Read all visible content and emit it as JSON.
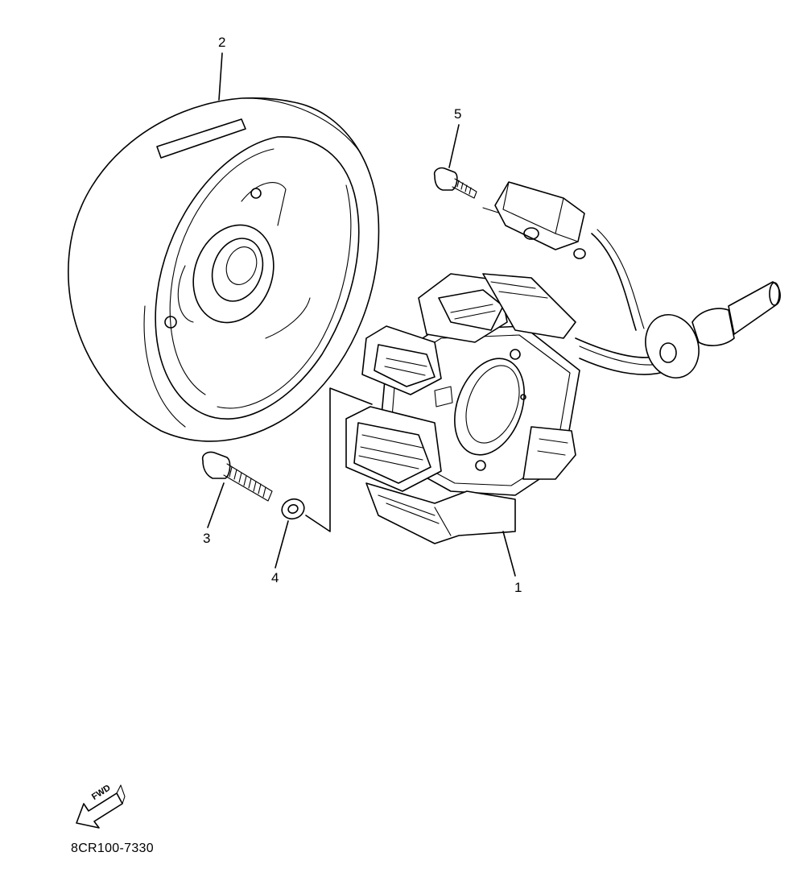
{
  "callouts": {
    "part_1": "1",
    "part_2": "2",
    "part_3": "3",
    "part_4": "4",
    "part_5": "5"
  },
  "fwd_arrow": {
    "label": "FWD",
    "icon": "fwd-arrow-icon"
  },
  "diagram_code": "8CR100-7330",
  "colors": {
    "line": "#000000",
    "background": "#ffffff"
  }
}
